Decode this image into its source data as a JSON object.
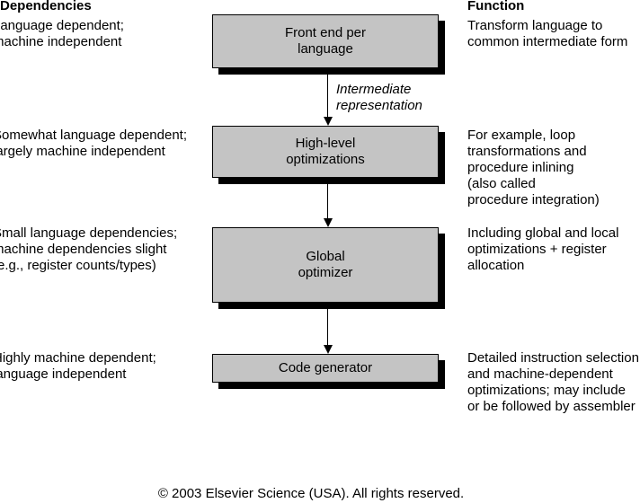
{
  "headers": {
    "dependencies": "Dependencies",
    "function": "Function"
  },
  "stages": [
    {
      "box": "Front end per\nlanguage",
      "dependency": "Language dependent;\nmachine independent",
      "function": "Transform language to\ncommon intermediate form"
    },
    {
      "box": "High-level\noptimizations",
      "dependency": "Somewhat language dependent;\nlargely machine independent",
      "function": "For example, loop\ntransformations and\nprocedure inlining\n(also called\nprocedure integration)"
    },
    {
      "box": "Global\noptimizer",
      "dependency": "Small language dependencies;\nmachine dependencies slight\n(e.g., register counts/types)",
      "function": "Including global and local\noptimizations + register\nallocation"
    },
    {
      "box": "Code generator",
      "dependency": "Highly machine dependent;\nlanguage independent",
      "function": "Detailed instruction selection\nand machine-dependent\noptimizations; may include\nor be followed by assembler"
    }
  ],
  "arrow_label": "Intermediate\nrepresentation",
  "copyright": "© 2003 Elsevier Science (USA). All rights reserved.",
  "colors": {
    "box_fill": "#c4c4c4",
    "shadow": "#000000",
    "text": "#000000"
  }
}
